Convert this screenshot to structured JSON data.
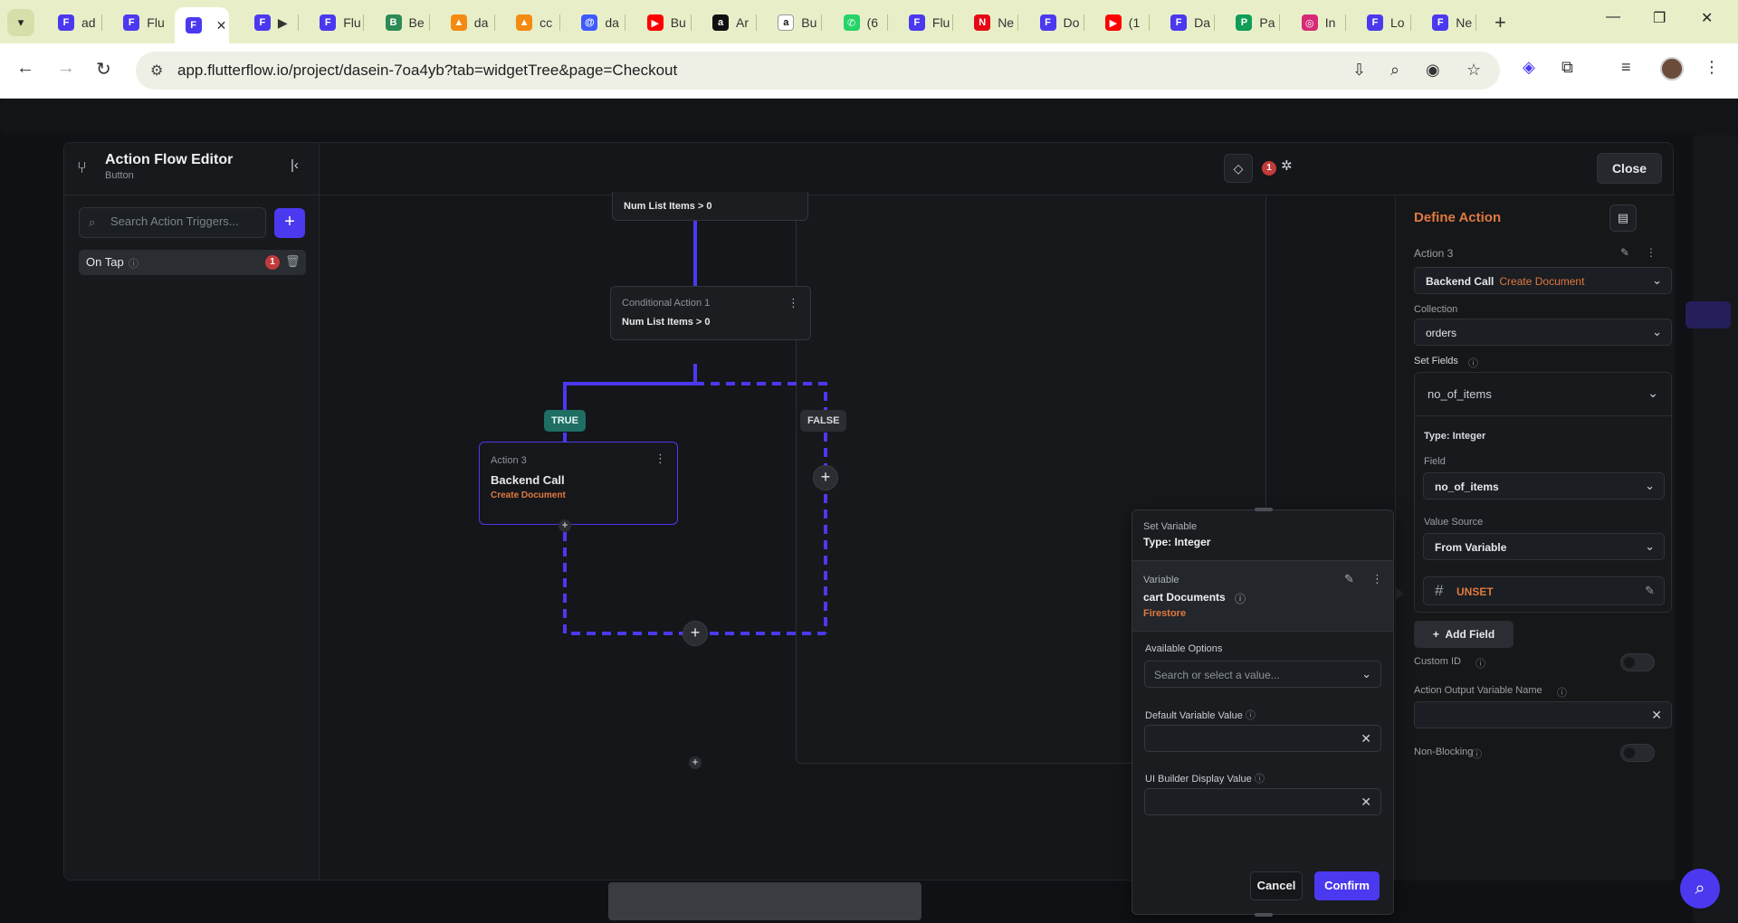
{
  "browser": {
    "tabs": [
      {
        "label": "ad",
        "fav_color": "#4b39ef",
        "fav_glyph": "F"
      },
      {
        "label": "Flu",
        "fav_color": "#4b39ef",
        "fav_glyph": "F"
      },
      {
        "label": "",
        "fav_color": "#4b39ef",
        "fav_glyph": "F",
        "active": true
      },
      {
        "label": "▶",
        "fav_color": "#4b39ef",
        "fav_glyph": "F"
      },
      {
        "label": "Flu",
        "fav_color": "#4b39ef",
        "fav_glyph": "F"
      },
      {
        "label": "Be",
        "fav_color": "#2e8b57",
        "fav_glyph": "B"
      },
      {
        "label": "da",
        "fav_color": "#f38a12",
        "fav_glyph": "▲"
      },
      {
        "label": "cc",
        "fav_color": "#f38a12",
        "fav_glyph": "▲"
      },
      {
        "label": "da",
        "fav_color": "#3d5afe",
        "fav_glyph": "@"
      },
      {
        "label": "Bu",
        "fav_color": "#ff0000",
        "fav_glyph": "▶"
      },
      {
        "label": "Ar",
        "fav_color": "#111111",
        "fav_glyph": "a"
      },
      {
        "label": "Bu",
        "fav_color": "#ffffff",
        "fav_glyph": "a"
      },
      {
        "label": "(6",
        "fav_color": "#25d366",
        "fav_glyph": "✆"
      },
      {
        "label": "Flu",
        "fav_color": "#4b39ef",
        "fav_glyph": "F"
      },
      {
        "label": "Ne",
        "fav_color": "#e50914",
        "fav_glyph": "N"
      },
      {
        "label": "Do",
        "fav_color": "#4b39ef",
        "fav_glyph": "F"
      },
      {
        "label": "(1",
        "fav_color": "#ff0000",
        "fav_glyph": "▶"
      },
      {
        "label": "Da",
        "fav_color": "#4b39ef",
        "fav_glyph": "F"
      },
      {
        "label": "Pa",
        "fav_color": "#0f9d58",
        "fav_glyph": "P"
      },
      {
        "label": "In",
        "fav_color": "#d62976",
        "fav_glyph": "◎"
      },
      {
        "label": "Lo",
        "fav_color": "#4b39ef",
        "fav_glyph": "F"
      },
      {
        "label": "Ne",
        "fav_color": "#4b39ef",
        "fav_glyph": "F"
      }
    ],
    "url": "app.flutterflow.io/project/dasein-7oa4yb?tab=widgetTree&page=Checkout"
  },
  "editor": {
    "title": "Action Flow Editor",
    "subtitle": "Button",
    "search_placeholder": "Search Action Triggers...",
    "trigger_label": "On Tap",
    "trigger_count": "1",
    "error_count": "1",
    "close_label": "Close"
  },
  "flow": {
    "top_node_condition": "Num List Items  >  0",
    "cond_title": "Conditional Action 1",
    "cond_condition": "Num List Items  >  0",
    "true_label": "TRUE",
    "false_label": "FALSE",
    "action_title": "Action 3",
    "action_name": "Backend Call",
    "action_sub": "Create Document"
  },
  "define_action": {
    "title": "Define Action",
    "action_label": "Action 3",
    "action_type": "Backend Call",
    "action_subtype": "Create Document",
    "collection_label": "Collection",
    "collection_value": "orders",
    "set_fields_label": "Set Fields",
    "field_name": "no_of_items",
    "type_label": "Type: Integer",
    "field_label": "Field",
    "field_value": "no_of_items",
    "value_source_label": "Value Source",
    "value_source_value": "From Variable",
    "unset_label": "UNSET",
    "add_field_label": "Add Field",
    "custom_id_label": "Custom ID",
    "output_var_label": "Action Output Variable Name",
    "non_blocking_label": "Non-Blocking"
  },
  "set_variable": {
    "header_title": "Set Variable",
    "header_type": "Type: Integer",
    "variable_label": "Variable",
    "variable_name": "cart Documents",
    "variable_source": "Firestore",
    "available_options_label": "Available Options",
    "options_placeholder": "Search or select a value...",
    "default_value_label": "Default Variable Value",
    "ui_builder_label": "UI Builder Display Value",
    "cancel_label": "Cancel",
    "confirm_label": "Confirm"
  },
  "colors": {
    "accent": "#4b39ef",
    "orange": "#e0793f",
    "true_green": "#1e6e63",
    "error_red": "#c23b3b"
  }
}
